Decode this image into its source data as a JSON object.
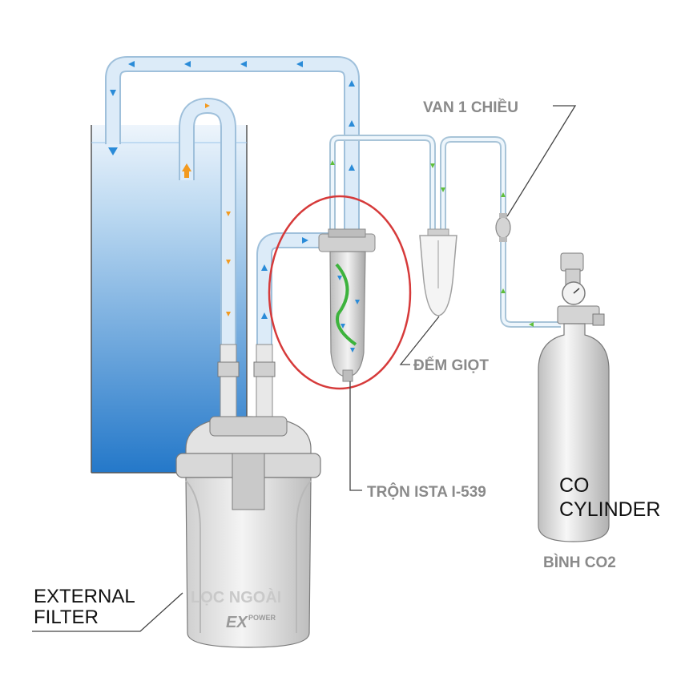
{
  "labels": {
    "check_valve": "VAN 1 CHIỀU",
    "bubble_counter": "ĐẾM GIỌT",
    "diffuser": "TRỘN ISTA I-539",
    "co2_line1": "CO",
    "co2_line2": "CYLINDER",
    "co2_vn": "BÌNH CO2",
    "external_filter_line1": "EXTERNAL",
    "external_filter_line2": "FILTER",
    "filter_vn": "LỌC NGOÀI",
    "brand_big": "EX",
    "brand_small": "POWER"
  },
  "colors": {
    "water_top": "#e6f1fb",
    "water_bottom": "#2f86d4",
    "tube_fill": "#dcebf8",
    "tube_stroke": "#9fc0db",
    "highlight_circle": "#d63a3a",
    "arrow_blue": "#2a8bd8",
    "arrow_orange": "#f39a1f",
    "arrow_green": "#5fbf3a",
    "device_gray": "#dcdcdc"
  },
  "icons": [
    "flow-arrow-icon",
    "red-highlight-circle",
    "pressure-gauge-icon"
  ]
}
